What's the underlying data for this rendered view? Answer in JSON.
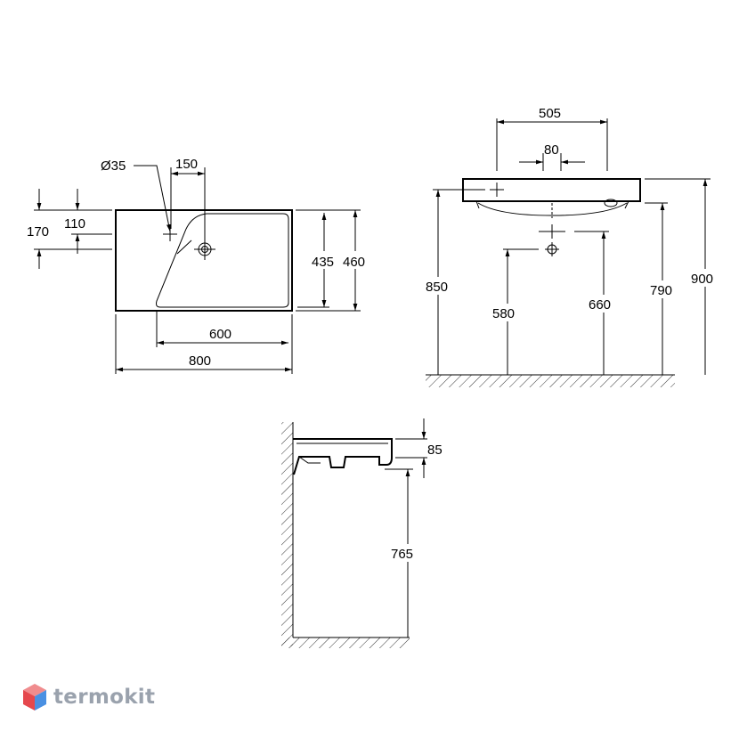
{
  "top_view": {
    "dims": {
      "hole_dia": "Ø35",
      "tap_offset": "150",
      "dim_170": "170",
      "dim_110": "110",
      "depth_435": "435",
      "depth_460": "460",
      "bowl_width": "600",
      "total_width": "800"
    }
  },
  "front_view": {
    "dims": {
      "width_505": "505",
      "width_80": "80",
      "h_850": "850",
      "h_580": "580",
      "h_660": "660",
      "h_790": "790",
      "h_900": "900"
    }
  },
  "side_view": {
    "dims": {
      "h_85": "85",
      "h_765": "765"
    }
  },
  "brand": {
    "name": "termokit",
    "logo_colors": [
      "#e5484d",
      "#4a90e2",
      "#f08c8e",
      "#9fc4ef"
    ]
  }
}
